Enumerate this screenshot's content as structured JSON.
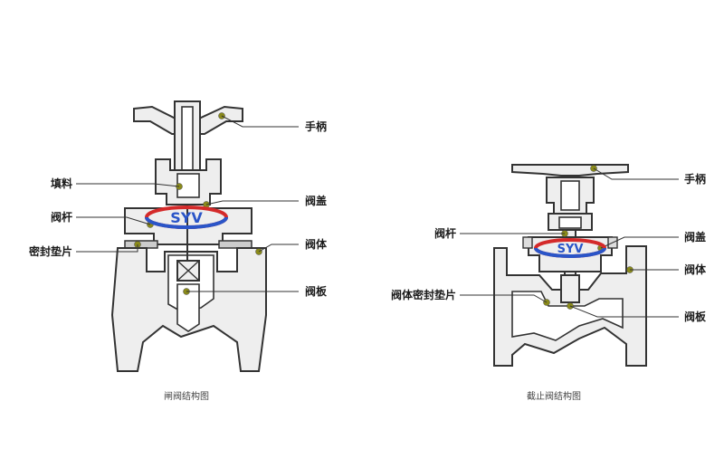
{
  "gate_valve": {
    "caption": "闸阀结构图",
    "labels": {
      "handwheel": "手柄",
      "packing": "填料",
      "bonnet": "阀盖",
      "stem": "阀杆",
      "body": "阀体",
      "gasket": "密封垫片",
      "disc": "阀板"
    }
  },
  "globe_valve": {
    "caption": "截止阀结构图",
    "labels": {
      "handwheel": "手柄",
      "stem": "阀杆",
      "bonnet": "阀盖",
      "body": "阀体",
      "body_gasket": "阀体密封垫片",
      "disc": "阀板"
    }
  },
  "watermark": {
    "text": "SYV",
    "colors": [
      "#d42a2a",
      "#2a55c8"
    ]
  }
}
